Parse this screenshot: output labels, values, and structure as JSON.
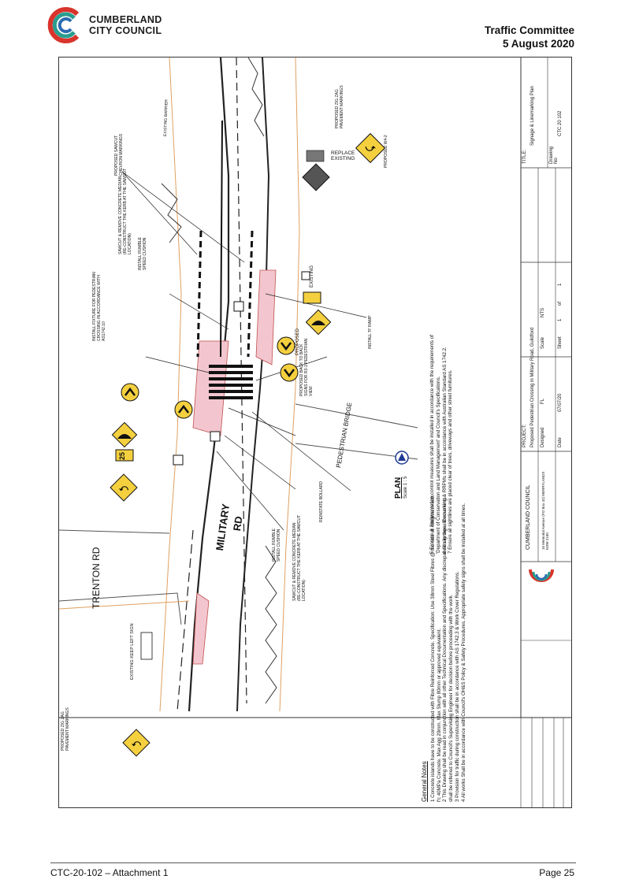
{
  "brand": {
    "line1": "CUMBERLAND",
    "line2": "CITY COUNCIL"
  },
  "header": {
    "committee": "Traffic Committee",
    "date": "5 August 2020"
  },
  "footer": {
    "attachment": "CTC-20-102 – Attachment 1",
    "page": "Page 25"
  },
  "plan": {
    "roads": {
      "military": "MILITARY",
      "rd": "RD",
      "trenton": "TRENTON RD",
      "bridge": "PEDESTRIAN BRIDGE"
    },
    "plan_title": "PLAN",
    "plan_scale": "Scale 1 : 5",
    "sign_25": "25",
    "replace_existing": "REPLACE EXISTING",
    "existing_keep_left": "EXISTING KEEP LEFT SIGN",
    "annotations": [
      "PROPOSED ZIG ZAG PAVEMENT MARKINGS",
      "PROPOSED SAWCUT CHEVRON MARKINGS",
      "EXISTING BARRIER",
      "INSTALL FIXTURE FOR PEDESTRIAN CROSSING IN ACCORDANCE WITH AS1742.10",
      "INSTALL RUMBLE SPEED CUSHION",
      "SAWCUT & REMOVE CONCRETE MEDIAN (RE-CONSTRUCT THE KERB AT THE SAWCUT LOCATION)",
      "PROPOSED BACK TO BACK SIGNS FOR R3-1 PEDESTRIAN VIEW",
      "INSTALL 'R' RAMP",
      "REINSTATE BOLLARD",
      "INSTALL RUMBLE SPEED CUSHION",
      "SAWCUT & REMOVE CONCRETE MEDIAN (RE-CONSTRUCT THE KERB AT THE SAWCUT LOCATION)",
      "PROPOSED ZIG ZAG PAVEMENT MARKINGS",
      "PROPOSED",
      "EXISTING",
      "PROPOSED W4-2"
    ]
  },
  "notes": {
    "heading": "General Notes",
    "items": [
      "1  Concrete islands have to be constructed with Fibre Reinforced Concrete. Specification: Use 38mm Steel Fibres @ the rate of 40kg/cu.m with f'c 40MPa Concrete. Max Agg 20mm. Max Slump 80mm or approved equivalent.",
      "2  This Drawing shall be read in conjunction with all other Technical Documentation and Specifications. Any discrepancies in these Documents shall be referred to Council's Supervising Engineer for decision before proceeding with the work.",
      "3  Provision for traffic during construction shall be in accordance with AS 1742.3 & Work Cover Regulations.",
      "4  All works Shall be in accordance with Council's OH&S Policy & Safety Procedures. Appropriate safety signs shall be installed at all times.",
      "5  Erosion & Sedimentation control measures shall be installed in accordance with the requirements of 'Department of Conservation and Land Management' and Council's Specifications.",
      "6  All signage, linemarking & RRPMs shall be in accordance with Australian Standard AS 1742.2.",
      "7  Ensure all sightlines are placed clear of trees, driveways and other street furnitures."
    ]
  },
  "title_block": {
    "council_name": "CUMBERLAND COUNCIL",
    "address": "16 Memorial Avenue (PO Box 42) MERRYLANDS NSW 2160",
    "project_label": "PROJECT:",
    "project": "Proposed Pedestrian Crossing in Military Road, Guildford",
    "designed_label": "Designed",
    "designed": "FL",
    "scale_label": "Scale",
    "scale": "NTS",
    "date_label": "Date",
    "date": "07/07/20",
    "sheet_label": "Sheet",
    "sheet": "1",
    "of": "of",
    "sheets": "1",
    "title_label": "TITLE:",
    "title": "Signage & Linemarking Plan",
    "drawing_label": "Drawing No",
    "drawing": "CTC 20 102"
  }
}
